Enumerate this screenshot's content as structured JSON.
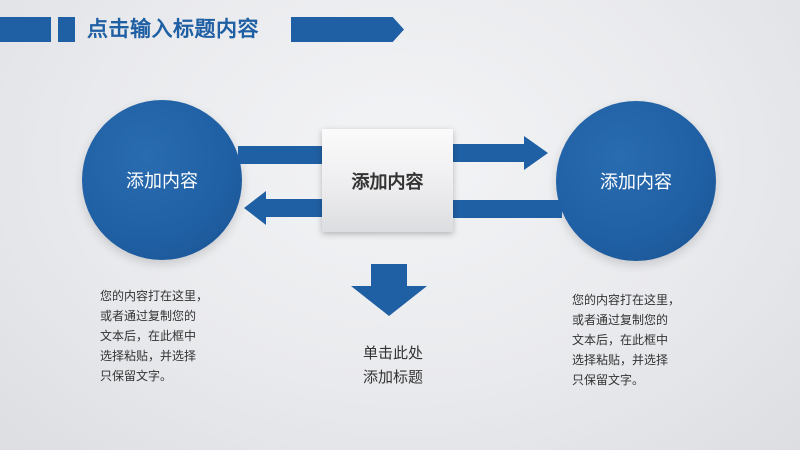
{
  "header": {
    "title": "点击输入标题内容"
  },
  "colors": {
    "primary_blue": "#1f5fa3",
    "background": "#e9eaed",
    "text_dark": "#333333"
  },
  "diagram": {
    "left_circle_label": "添加内容",
    "center_box_label": "添加内容",
    "right_circle_label": "添加内容",
    "bottom_label_lines": [
      "单击此处",
      "添加标题"
    ],
    "left_text_lines": [
      "您的内容打在这里，",
      "或者通过复制您的",
      "文本后，在此框中",
      "选择粘贴，并选择",
      "只保留文字。"
    ],
    "right_text_lines": [
      "您的内容打在这里，",
      "或者通过复制您的",
      "文本后，在此框中",
      "选择粘贴，并选择",
      "只保留文字。"
    ]
  }
}
